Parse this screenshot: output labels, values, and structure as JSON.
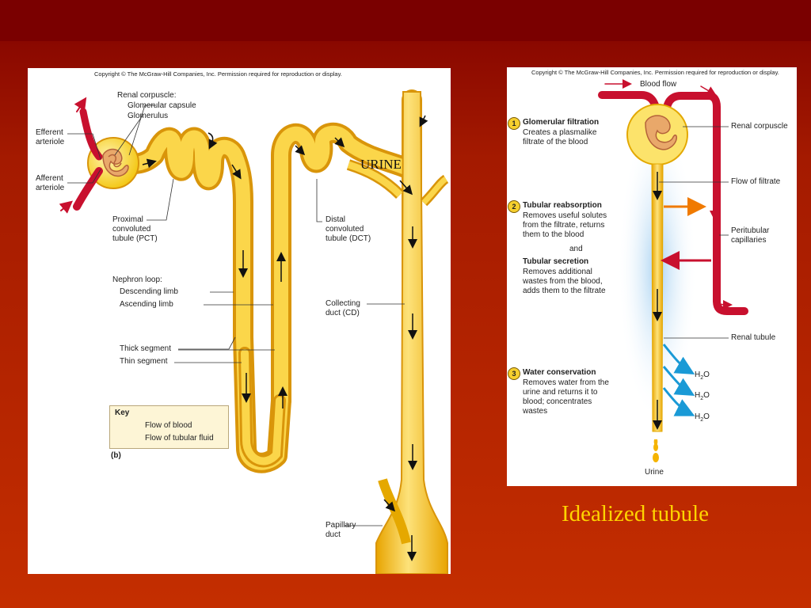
{
  "copyright": "Copyright © The McGraw-Hill Companies, Inc. Permission required for reproduction or display.",
  "left": {
    "renal_corpuscle": "Renal corpuscle:",
    "glomerular_capsule": "Glomerular capsule",
    "glomerulus": "Glomerulus",
    "efferent": "Efferent\narteriole",
    "afferent": "Afferent\narteriole",
    "pct": "Proximal\nconvoluted\ntubule (PCT)",
    "dct": "Distal\nconvoluted\ntubule (DCT)",
    "nephron_loop": "Nephron loop:",
    "descending": "Descending limb",
    "ascending": "Ascending limb",
    "collecting": "Collecting\nduct (CD)",
    "thick": "Thick segment",
    "thin": "Thin segment",
    "papillary": "Papillary\nduct",
    "key_title": "Key",
    "key_blood": "Flow of blood",
    "key_fluid": "Flow of tubular fluid",
    "fig_b": "(b)",
    "urine_overlay": "URINE"
  },
  "right": {
    "blood_flow": "Blood flow",
    "renal_corpuscle": "Renal corpuscle",
    "flow_of_filtrate": "Flow of filtrate",
    "peritubular": "Peritubular\ncapillaries",
    "renal_tubule": "Renal tubule",
    "urine": "Urine",
    "step1_num": "1",
    "step1_title": "Glomerular filtration",
    "step1_text": "Creates a plasmalike\nfiltrate of the blood",
    "step2_num": "2",
    "step2_title": "Tubular reabsorption",
    "step2_text": "Removes useful solutes\nfrom the filtrate, returns\nthem to the blood",
    "and": "and",
    "secretion_title": "Tubular secretion",
    "secretion_text": "Removes additional\nwastes from the blood,\nadds them to the filtrate",
    "step3_num": "3",
    "step3_title": "Water conservation",
    "step3_text": "Removes water from the\nurine and returns it to\nblood; concentrates\nwastes",
    "water_main": [
      "H",
      "H",
      "H"
    ],
    "water_sub": [
      "2",
      "2",
      "2"
    ],
    "water_tail": [
      "O",
      "O",
      "O"
    ]
  },
  "caption": "Idealized tubule",
  "colors": {
    "tubule": "#f5c400",
    "tubule_light": "#fde27a",
    "tubule_dark": "#d98f00",
    "blood": "#c8102e",
    "caption": "#ffd400"
  }
}
